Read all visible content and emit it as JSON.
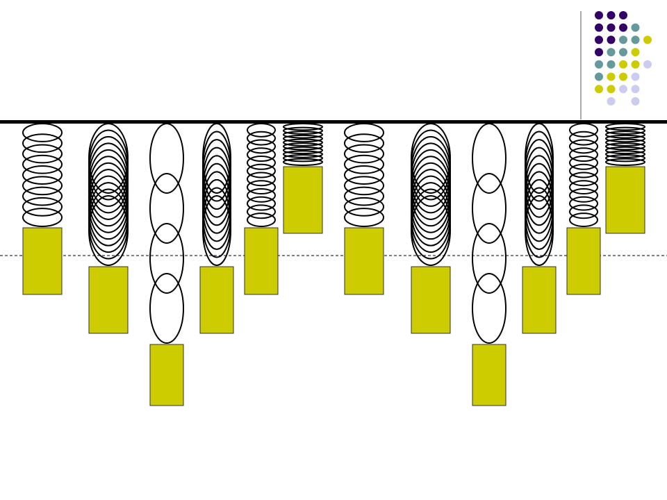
{
  "colors": {
    "background": "#ffffff",
    "ceiling": "#000000",
    "coil_stroke": "#000000",
    "mass_fill": "#cccc00",
    "mass_stroke": "#333333",
    "reference_line": "#000000",
    "dot_palette": [
      "#330066",
      "#669999",
      "#cccc00",
      "#ccccee"
    ]
  },
  "decor_dot_grid": [
    [
      0,
      0,
      0
    ],
    [
      0,
      0,
      0,
      1
    ],
    [
      0,
      0,
      1,
      1,
      2
    ],
    [
      0,
      1,
      1,
      2
    ],
    [
      1,
      1,
      2,
      2,
      3
    ],
    [
      1,
      2,
      2,
      3
    ],
    [
      2,
      2,
      3,
      3
    ],
    [
      null,
      3,
      null,
      3
    ]
  ],
  "springs": [
    {
      "coils": 9,
      "spring_type": "stiff",
      "mass_level": "equilibrium"
    },
    {
      "coils": 12,
      "spring_type": "medium",
      "mass_level": "low"
    },
    {
      "coils": 4,
      "spring_type": "soft",
      "mass_level": "lowest"
    },
    {
      "coils": 10,
      "spring_type": "medium",
      "mass_level": "low"
    },
    {
      "coils": 12,
      "spring_type": "stiff",
      "mass_level": "equilibrium"
    },
    {
      "coils": 10,
      "spring_type": "tight",
      "mass_level": "raised"
    },
    {
      "coils": 9,
      "spring_type": "stiff",
      "mass_level": "equilibrium"
    },
    {
      "coils": 12,
      "spring_type": "medium",
      "mass_level": "low"
    },
    {
      "coils": 4,
      "spring_type": "soft",
      "mass_level": "lowest"
    },
    {
      "coils": 10,
      "spring_type": "medium",
      "mass_level": "low"
    },
    {
      "coils": 12,
      "spring_type": "stiff",
      "mass_level": "equilibrium"
    },
    {
      "coils": 10,
      "spring_type": "tight",
      "mass_level": "raised"
    }
  ]
}
